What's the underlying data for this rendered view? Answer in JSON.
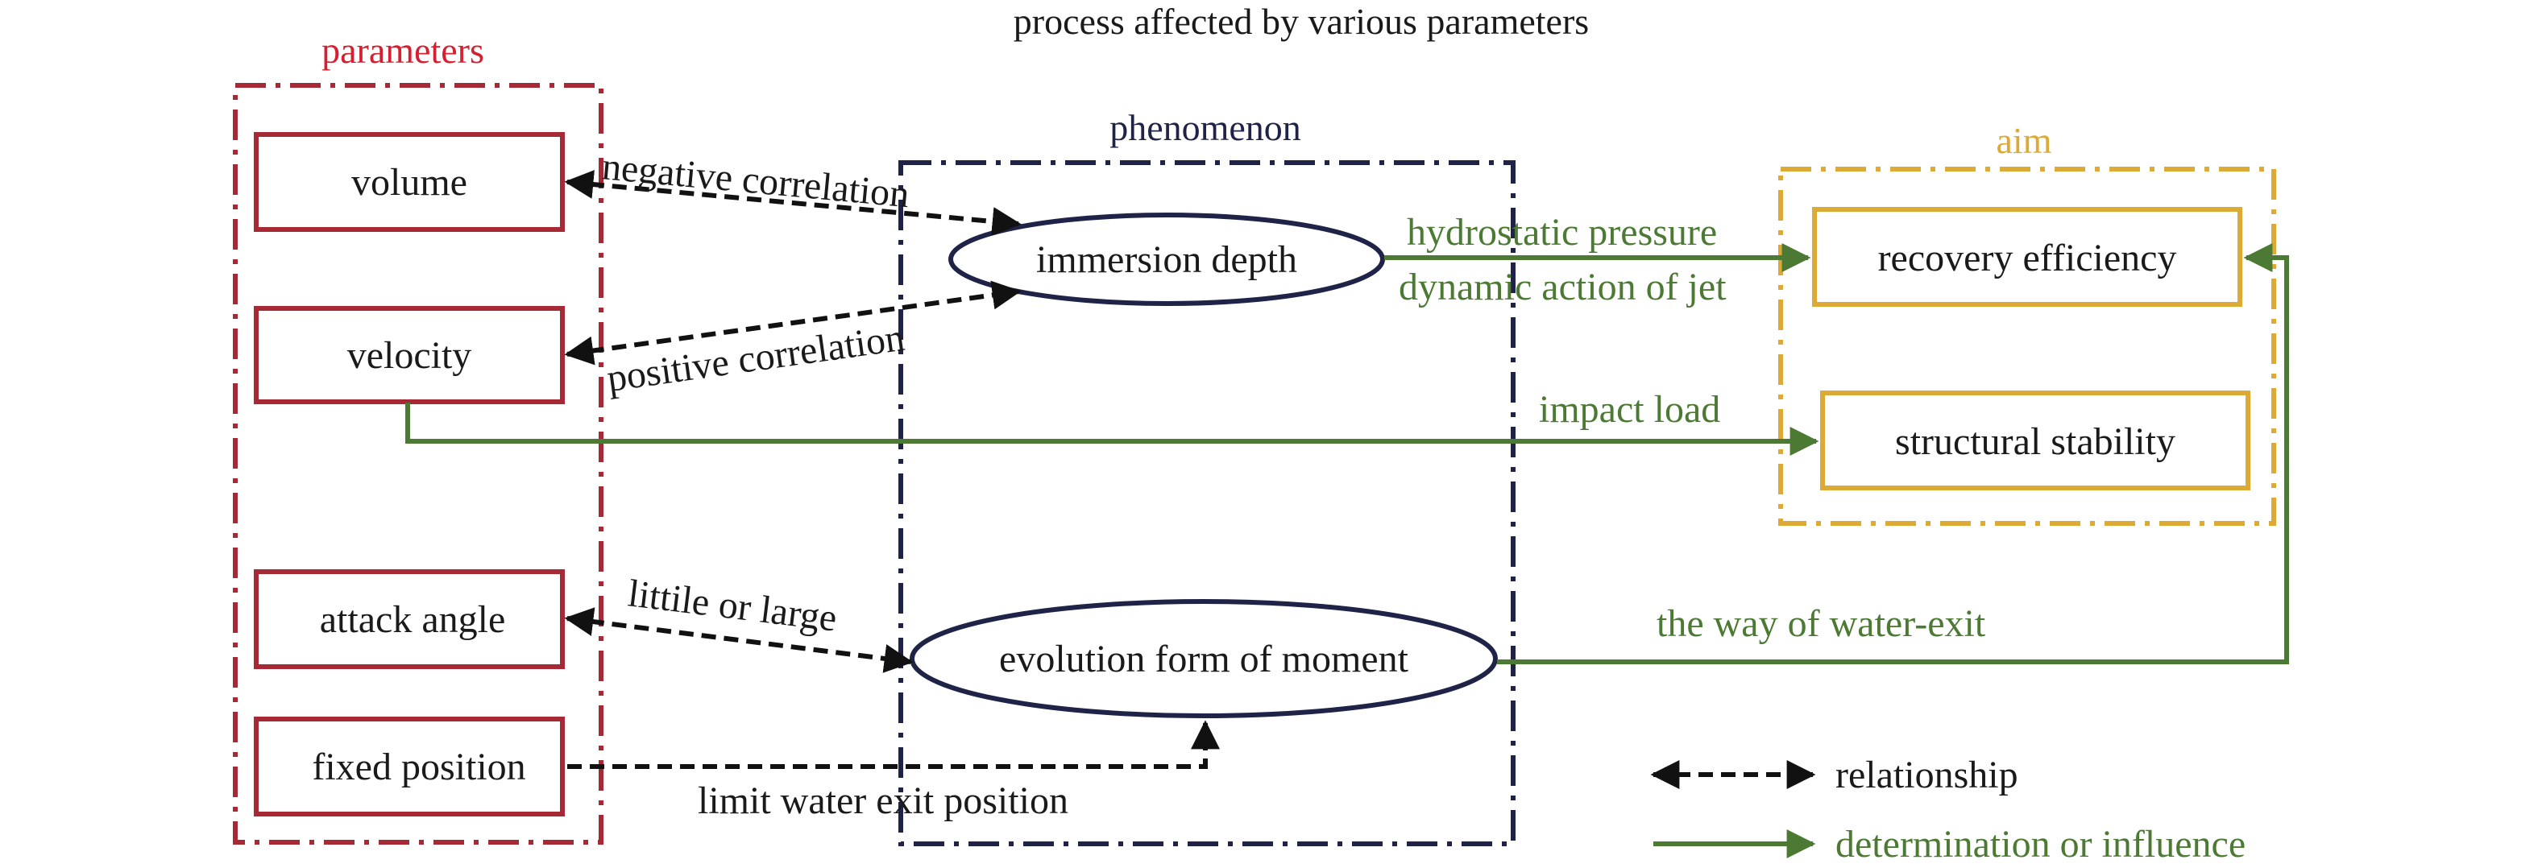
{
  "title": "process affected by various parameters",
  "colors": {
    "param": "#a52a35",
    "param_title": "#d42030",
    "phenomenon": "#1f2347",
    "aim": "#dcaa35",
    "green": "#4c7a34",
    "dash": "#111111"
  },
  "groups": {
    "parameters": "parameters",
    "phenomenon": "phenomenon",
    "aim": "aim"
  },
  "parameters": {
    "volume": "volume",
    "velocity": "velocity",
    "attack_angle": "attack angle",
    "fixed_position": "fixed position"
  },
  "phenomena": {
    "immersion_depth": "immersion depth",
    "evolution_form": "evolution form of moment"
  },
  "aims": {
    "recovery_efficiency": "recovery efficiency",
    "structural_stability": "structural stability"
  },
  "relations": {
    "negative_correlation": "negative correlation",
    "positive_correlation": "positive correlation",
    "littile_or_large": "littile or large",
    "limit_water_exit": "limit water exit position"
  },
  "influences": {
    "hydrostatic_pressure": "hydrostatic pressure",
    "dynamic_action": "dynamic action of jet",
    "impact_load": "impact load",
    "way_of_water_exit": "the way of water-exit"
  },
  "legend": {
    "relationship": "relationship",
    "determination": "determination or influence"
  }
}
